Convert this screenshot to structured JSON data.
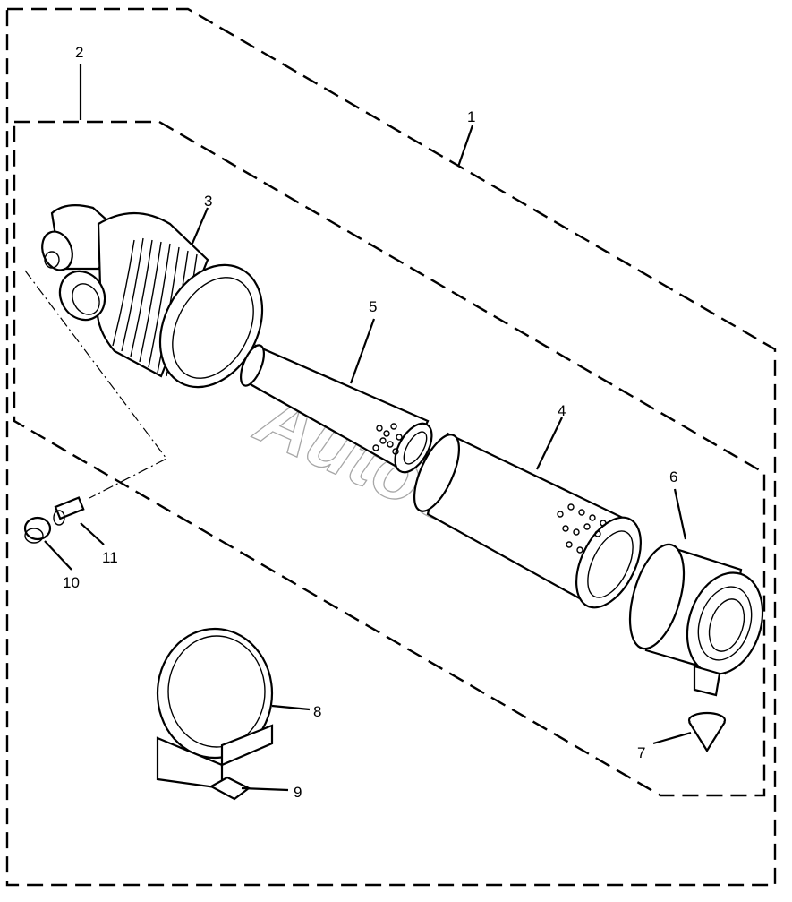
{
  "diagram": {
    "callouts": [
      "1",
      "2",
      "3",
      "4",
      "5",
      "6",
      "7",
      "8",
      "9",
      "10",
      "11"
    ],
    "watermark": "AutoSoft"
  }
}
